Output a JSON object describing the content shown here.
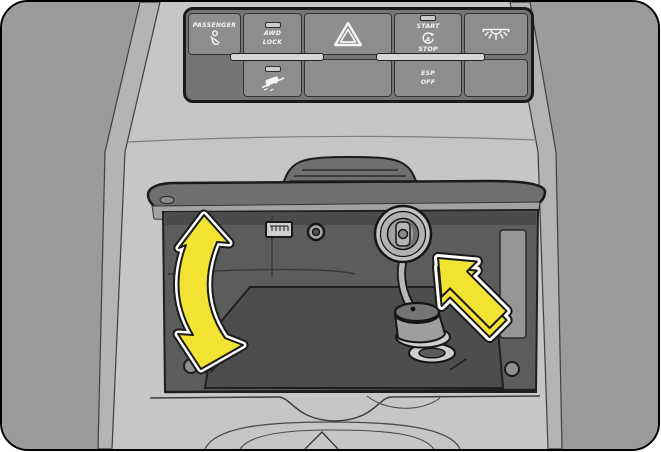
{
  "figure": {
    "kind": "vehicle-manual-illustration",
    "subject": "center console open storage compartment with 12V power outlet"
  },
  "switch_panel": {
    "buttons": {
      "passenger": {
        "label": "PASSENGER",
        "icon": "passenger-seatbelt-icon"
      },
      "awd_lock": {
        "line1": "AWD",
        "line2": "LOCK",
        "icon": "led-indicator"
      },
      "hazard": {
        "icon": "hazard-triangle-icon"
      },
      "start_stop": {
        "line1": "START",
        "line2": "STOP",
        "auto_symbol": "A",
        "icon": "auto-start-stop-icon"
      },
      "interior_light": {
        "icon": "interior-light-icon"
      },
      "hill_descent": {
        "icon": "hill-descent-icon"
      },
      "esp_off": {
        "line1": "ESP",
        "line2": "OFF"
      }
    }
  },
  "compartment": {
    "ports": [
      "usb-port",
      "aux-jack",
      "power-outlet-socket"
    ],
    "items": [
      "socket-cap-with-tether",
      "rubber-mat",
      "screw-holes"
    ]
  },
  "annotations": {
    "lid_motion_arrow": "curved-double-arrow-open-close",
    "socket_arrow": "block-arrow-pointing-to-power-outlet",
    "highlight_color": "#f2e232"
  },
  "colors": {
    "console": "#9b9b9b",
    "center_stack": "#c6c6c6",
    "panel": "#757575",
    "button": "#8d8d8d",
    "compartment": "#5c5c5c",
    "arrow_yellow": "#f2e232"
  }
}
